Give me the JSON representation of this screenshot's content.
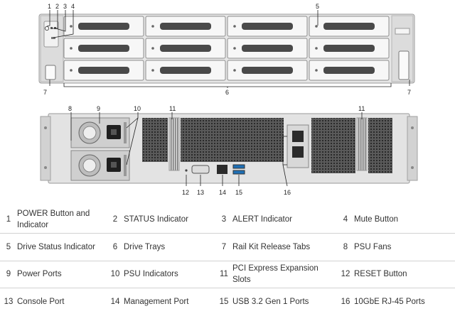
{
  "callouts": {
    "c1": "1",
    "c2": "2",
    "c3": "3",
    "c4": "4",
    "c5": "5",
    "c6": "6",
    "c7a": "7",
    "c7b": "7",
    "c8": "8",
    "c9": "9",
    "c10": "10",
    "c11a": "11",
    "c11b": "11",
    "c12": "12",
    "c13": "13",
    "c14": "14",
    "c15": "15",
    "c16": "16"
  },
  "legend": [
    [
      {
        "num": "1",
        "label": "POWER Button  and Indicator"
      },
      {
        "num": "2",
        "label": "STATUS Indicator"
      },
      {
        "num": "3",
        "label": "ALERT Indicator"
      },
      {
        "num": "4",
        "label": "Mute Button"
      }
    ],
    [
      {
        "num": "5",
        "label": "Drive Status Indicator"
      },
      {
        "num": "6",
        "label": "Drive Trays"
      },
      {
        "num": "7",
        "label": "Rail Kit Release Tabs"
      },
      {
        "num": "8",
        "label": "PSU Fans"
      }
    ],
    [
      {
        "num": "9",
        "label": "Power Ports"
      },
      {
        "num": "10",
        "label": "PSU Indicators"
      },
      {
        "num": "11",
        "label": "PCI Express Expansion Slots"
      },
      {
        "num": "12",
        "label": "RESET Button"
      }
    ],
    [
      {
        "num": "13",
        "label": "Console Port"
      },
      {
        "num": "14",
        "label": "Management Port"
      },
      {
        "num": "15",
        "label": "USB 3.2 Gen 1 Ports"
      },
      {
        "num": "16",
        "label": "10GbE RJ-45 Ports"
      }
    ]
  ],
  "colors": {
    "chassis": "#e6e6e6",
    "tray": "#f7f7f7",
    "handle": "#4a4a4a",
    "vent": "#3d3d3d",
    "line": "#222222"
  }
}
